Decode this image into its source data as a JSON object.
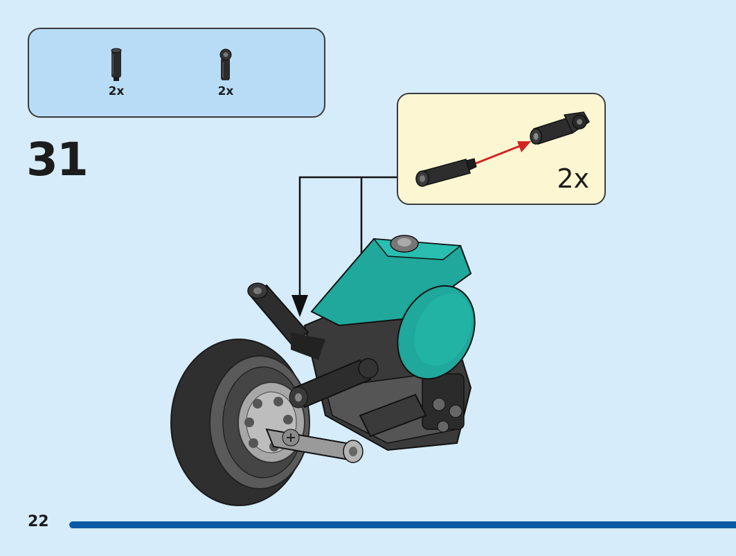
{
  "parts_list": {
    "items": [
      {
        "icon": "axle-pin-connector-icon",
        "quantity": "2x"
      },
      {
        "icon": "pin-hole-connector-icon",
        "quantity": "2x"
      }
    ]
  },
  "step": {
    "number": "31"
  },
  "callout": {
    "quantity": "2x"
  },
  "model": {
    "icon": "motorcycle-model-icon"
  },
  "footer": {
    "page_number": "22"
  },
  "colors": {
    "background": "#d6ecfb",
    "parts_box": "#b8dcf6",
    "callout_box": "#fdf6d2",
    "teal": "#1fa89b",
    "page_bar": "#0b5aa6",
    "assembly_arrow": "#d42323"
  }
}
